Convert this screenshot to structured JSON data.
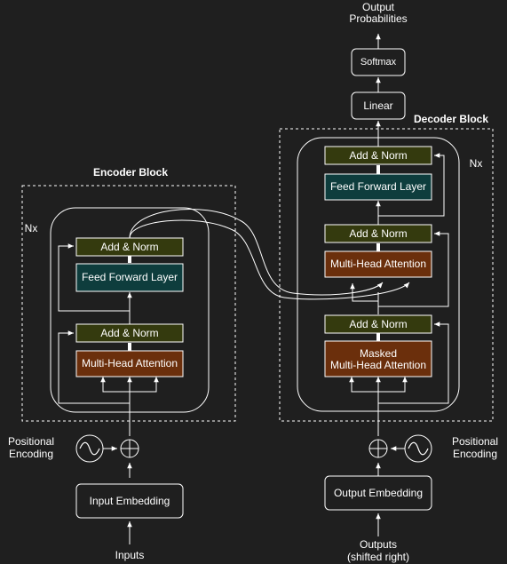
{
  "encoder": {
    "title": "Encoder Block",
    "nx": "Nx",
    "add_norm_top": "Add & Norm",
    "ffn": "Feed Forward Layer",
    "add_norm_bottom": "Add & Norm",
    "mha": "Multi-Head Attention"
  },
  "decoder": {
    "title": "Decoder Block",
    "nx": "Nx",
    "add_norm_top": "Add & Norm",
    "ffn": "Feed Forward Layer",
    "add_norm_mid": "Add & Norm",
    "cross_mha": "Multi-Head Attention",
    "add_norm_bottom": "Add & Norm",
    "masked_mha_line1": "Masked",
    "masked_mha_line2": "Multi-Head Attention"
  },
  "inputs": {
    "embedding": "Input Embedding",
    "label": "Inputs",
    "pos_enc_line1": "Positional",
    "pos_enc_line2": "Encoding"
  },
  "outputs": {
    "embedding": "Output Embedding",
    "label_line1": "Outputs",
    "label_line2": "(shifted right)",
    "pos_enc_line1": "Positional",
    "pos_enc_line2": "Encoding",
    "linear": "Linear",
    "softmax": "Softmax",
    "prob_line1": "Output",
    "prob_line2": "Probabilities"
  },
  "colors": {
    "background": "#1f1f1f",
    "stroke": "#ffffff",
    "add_norm_fill": "#343a0e",
    "ffn_fill": "#0e3d3d",
    "attention_fill": "#6b2f0c",
    "plain_fill": "#1f1f1f"
  }
}
